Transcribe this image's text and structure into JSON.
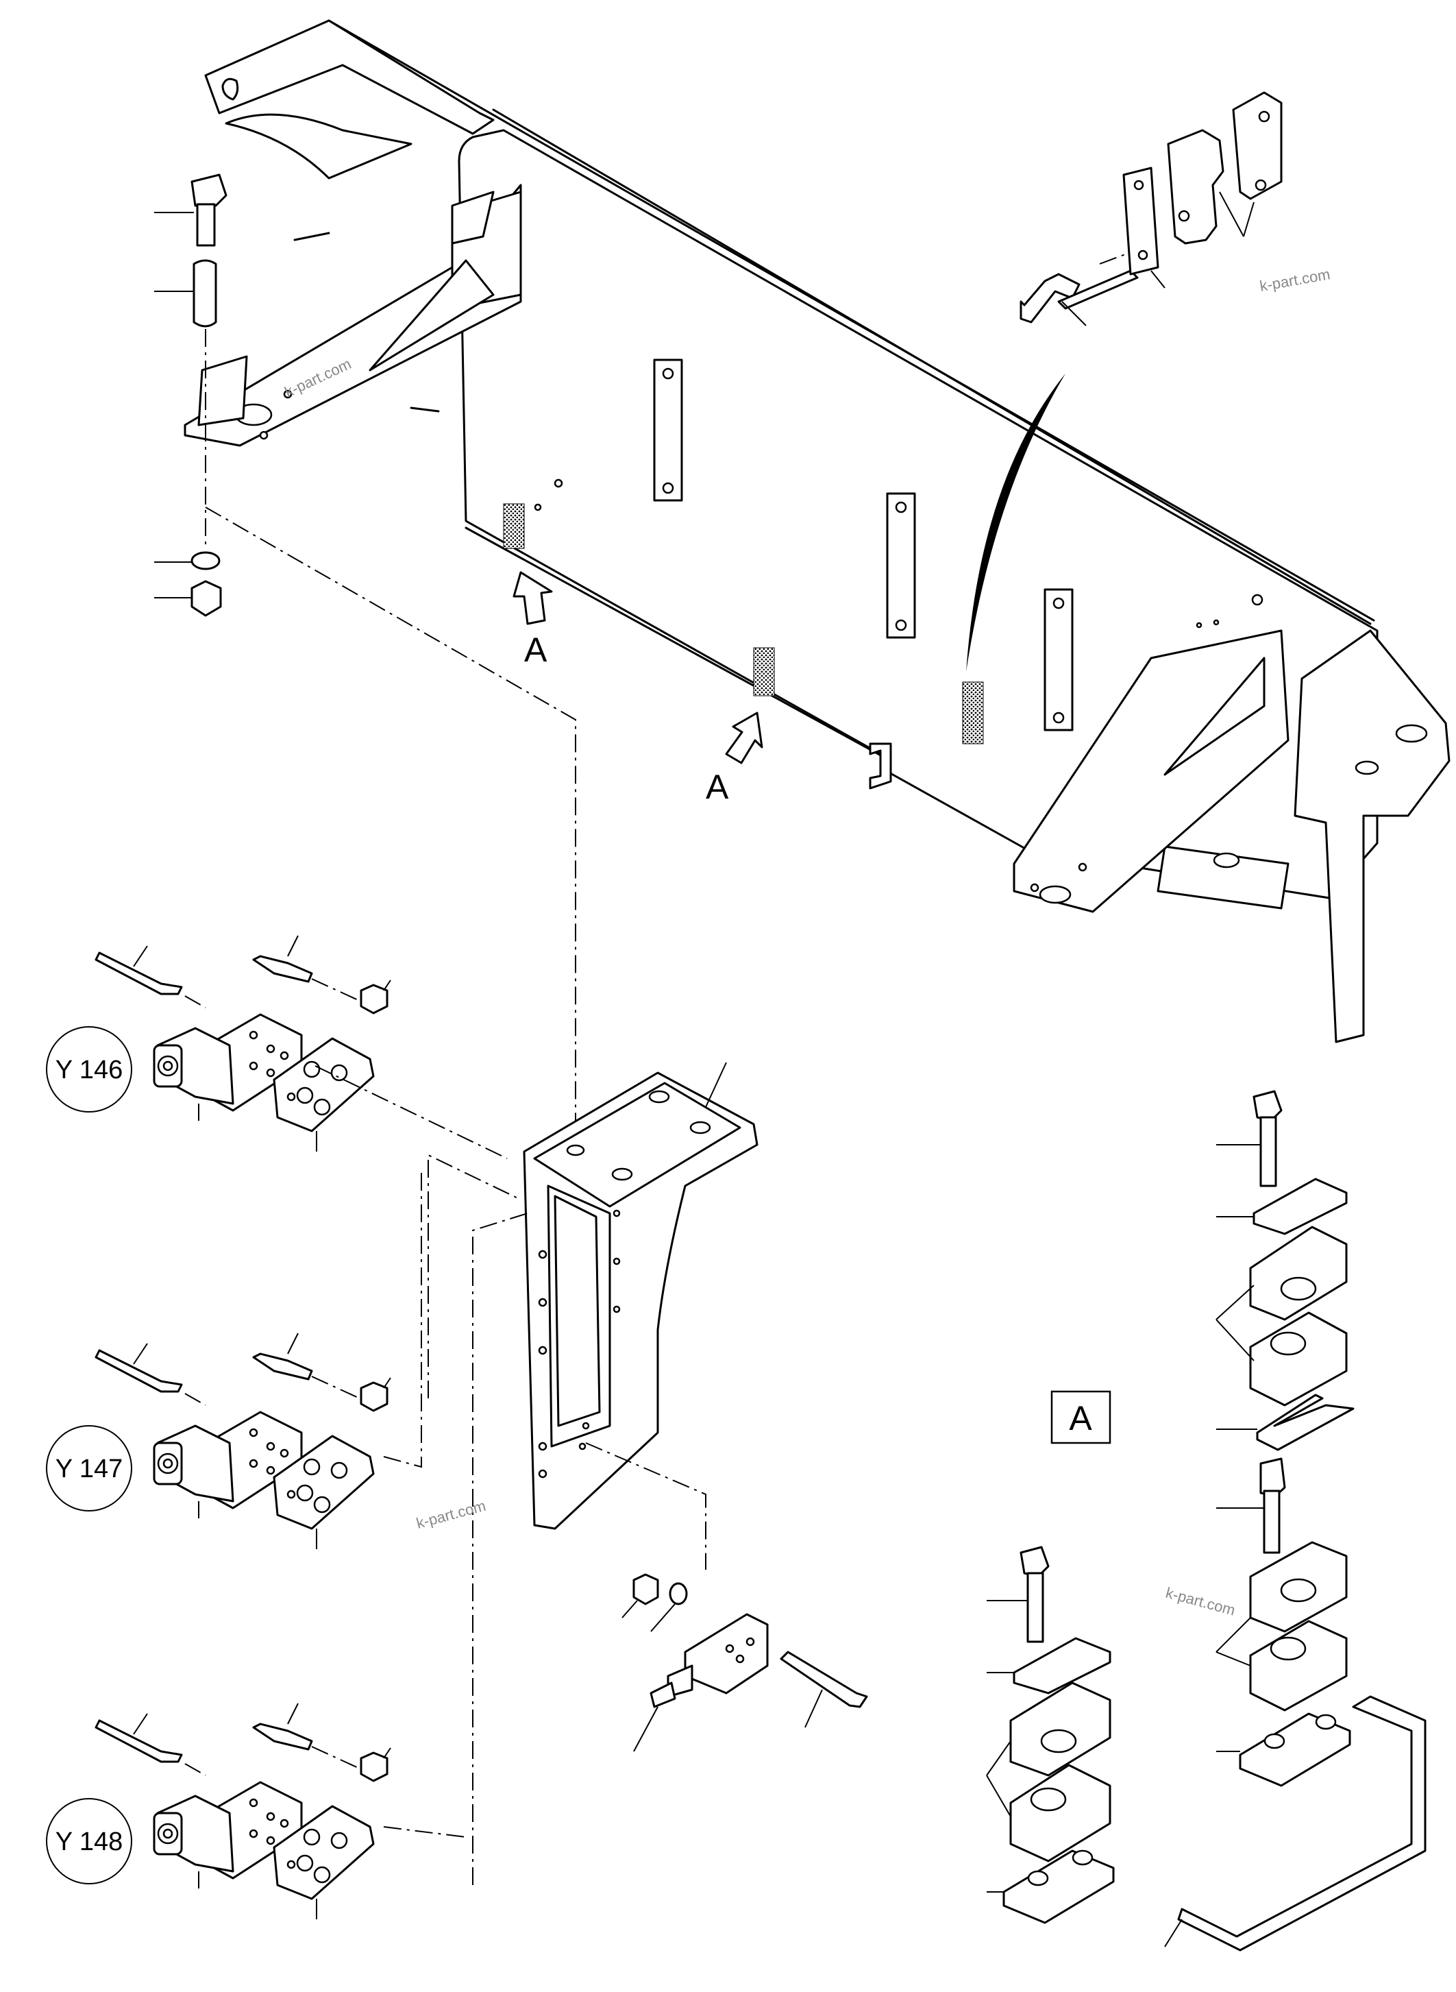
{
  "view_markers": {
    "arrow_label_1": "A",
    "arrow_label_2": "A",
    "detail_box": "A"
  },
  "solenoids": [
    {
      "id": "Y 146"
    },
    {
      "id": "Y 147"
    },
    {
      "id": "Y 148"
    }
  ],
  "watermarks": [
    "k-part.com",
    "k-part.com",
    "k-part.com",
    "k-part.com"
  ]
}
